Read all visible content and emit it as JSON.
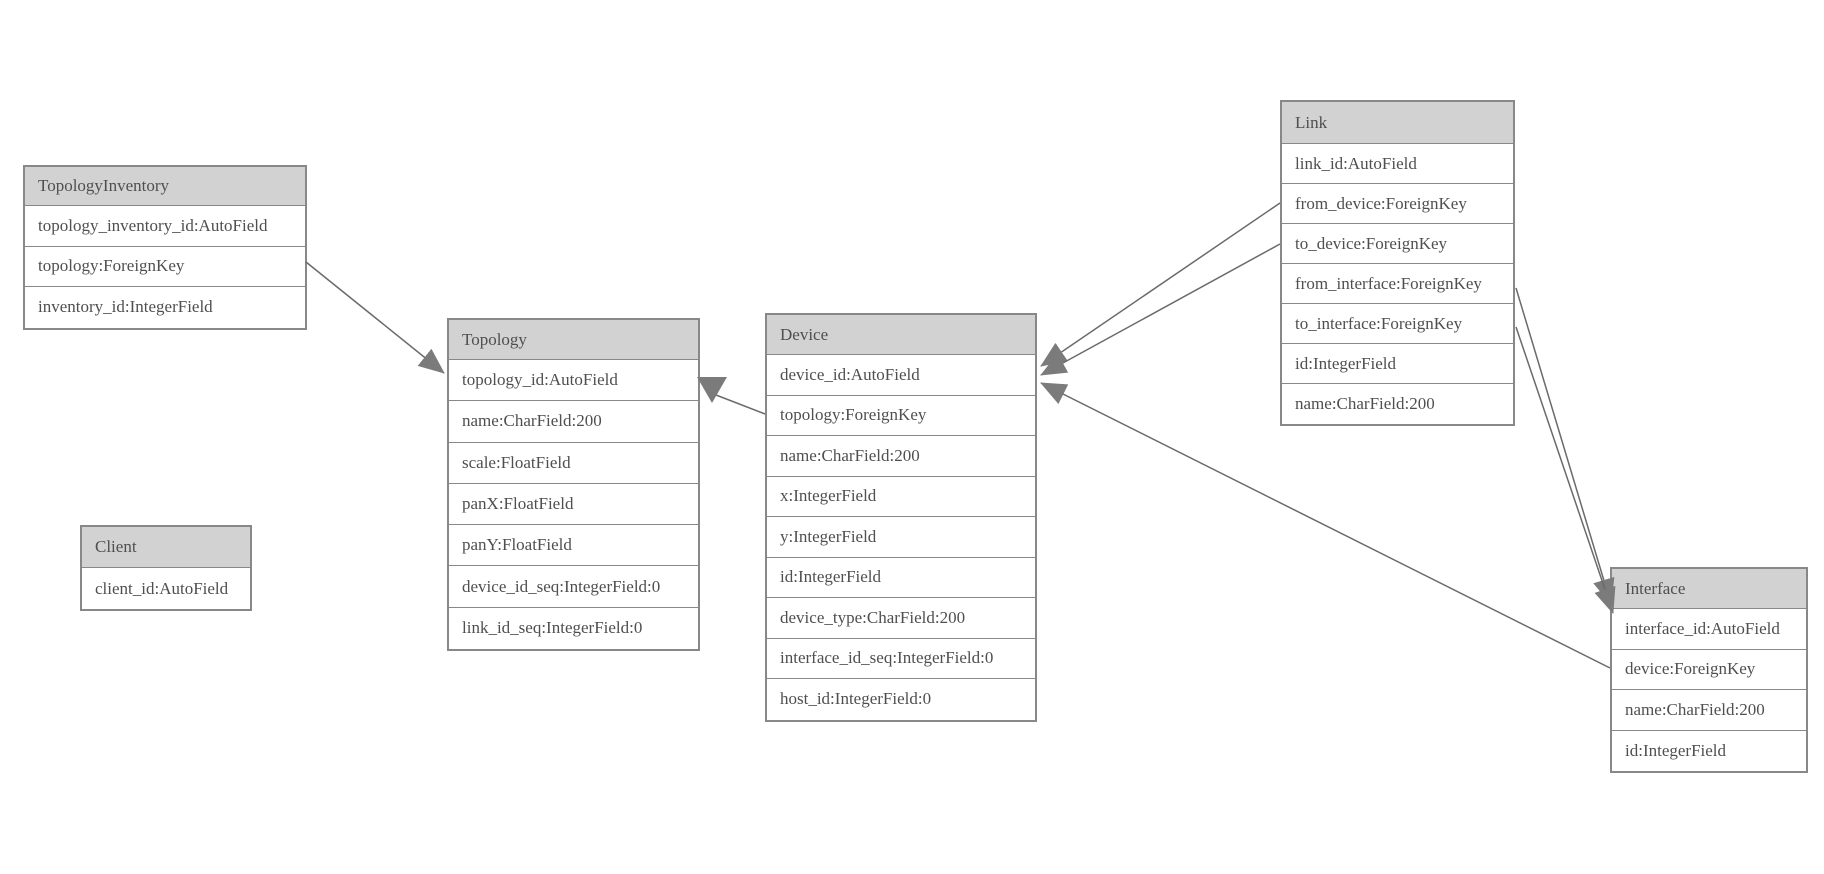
{
  "diagram": {
    "background": "#ffffff",
    "colors": {
      "header_fill": "#d2d2d2",
      "border": "#888888",
      "text": "#4f4f4f",
      "line": "#6a6a6a",
      "arrow": "#7b7b7b"
    },
    "entities": [
      {
        "name": "TopologyInventory",
        "fields": [
          "topology_inventory_id:AutoField",
          "topology:ForeignKey",
          "inventory_id:IntegerField"
        ]
      },
      {
        "name": "Topology",
        "fields": [
          "topology_id:AutoField",
          "name:CharField:200",
          "scale:FloatField",
          "panX:FloatField",
          "panY:FloatField",
          "device_id_seq:IntegerField:0",
          "link_id_seq:IntegerField:0"
        ]
      },
      {
        "name": "Client",
        "fields": [
          "client_id:AutoField"
        ]
      },
      {
        "name": "Device",
        "fields": [
          "device_id:AutoField",
          "topology:ForeignKey",
          "name:CharField:200",
          "x:IntegerField",
          "y:IntegerField",
          "id:IntegerField",
          "device_type:CharField:200",
          "interface_id_seq:IntegerField:0",
          "host_id:IntegerField:0"
        ]
      },
      {
        "name": "Link",
        "fields": [
          "link_id:AutoField",
          "from_device:ForeignKey",
          "to_device:ForeignKey",
          "from_interface:ForeignKey",
          "to_interface:ForeignKey",
          "id:IntegerField",
          "name:CharField:200"
        ]
      },
      {
        "name": "Interface",
        "fields": [
          "interface_id:AutoField",
          "device:ForeignKey",
          "name:CharField:200",
          "id:IntegerField"
        ]
      }
    ],
    "relations": [
      {
        "from": "TopologyInventory.topology",
        "to": "Topology"
      },
      {
        "from": "Device.topology",
        "to": "Topology"
      },
      {
        "from": "Link.from_device",
        "to": "Device"
      },
      {
        "from": "Link.to_device",
        "to": "Device"
      },
      {
        "from": "Link.from_interface",
        "to": "Interface"
      },
      {
        "from": "Link.to_interface",
        "to": "Interface"
      },
      {
        "from": "Interface.device",
        "to": "Device"
      }
    ]
  }
}
